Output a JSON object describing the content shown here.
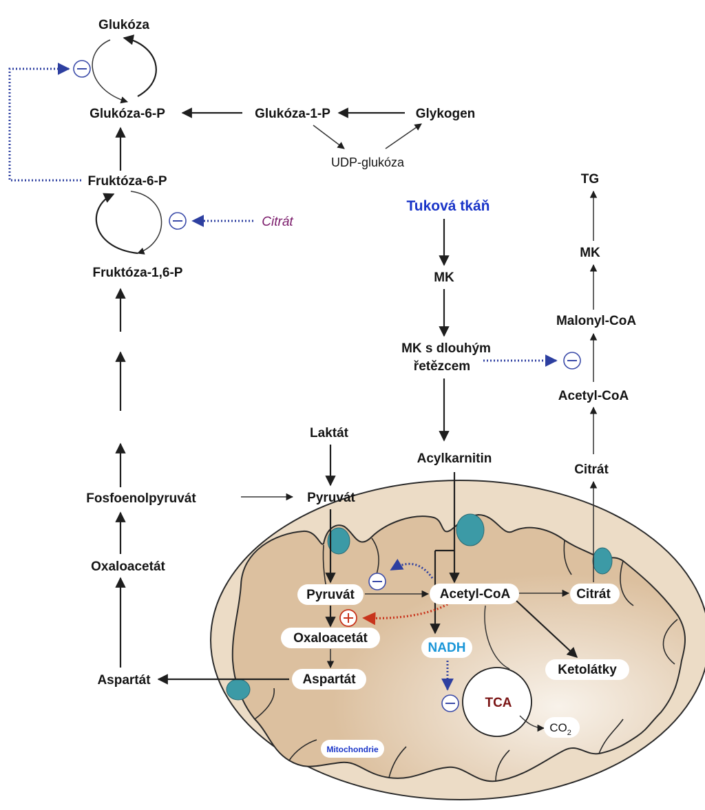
{
  "nodes": {
    "glukoza": "Glukóza",
    "glukoza6p": "Glukóza-6-P",
    "glukoza1p": "Glukóza-1-P",
    "glykogen": "Glykogen",
    "udp_glukoza": "UDP-glukóza",
    "fruktoza6p": "Fruktóza-6-P",
    "citrat_inhib": "Citrát",
    "fruktoza16p": "Fruktóza-1,6-P",
    "fosfoenolpyruvat": "Fosfoenolpyruvát",
    "oxaloacetat_out": "Oxaloacetát",
    "aspartat_out": "Aspartát",
    "laktat": "Laktát",
    "pyruvat_out": "Pyruvát",
    "tukova_tkan": "Tuková tkáň",
    "mk": "MK",
    "mk_dlouhy_1": "MK s dlouhým",
    "mk_dlouhy_2": "řetězcem",
    "acylkarnitin": "Acylkarnitin",
    "tg": "TG",
    "mk_top": "MK",
    "malonyl_coa": "Malonyl-CoA",
    "acetyl_coa_out": "Acetyl-CoA",
    "citrat_out": "Citrát",
    "pyruvat_in": "Pyruvát",
    "acetyl_coa_in": "Acetyl-CoA",
    "citrat_in": "Citrát",
    "oxaloacetat_in": "Oxaloacetát",
    "aspartat_in": "Aspartát",
    "nadh": "NADH",
    "ketolatky": "Ketolátky",
    "tca": "TCA",
    "co2": "CO",
    "co2_sub": "2",
    "mitochondrie": "Mitochondrie"
  },
  "colors": {
    "mito_fill": "#ddc2a3",
    "mito_outer": "#ecdcc6",
    "blue_text": "#1a35c8",
    "cyan_text": "#1a96d8",
    "purple_text": "#7a1a6a",
    "tca_text": "#7a1414",
    "inhibit_blue": "#2d3fa0",
    "activate_red": "#c8341c"
  }
}
